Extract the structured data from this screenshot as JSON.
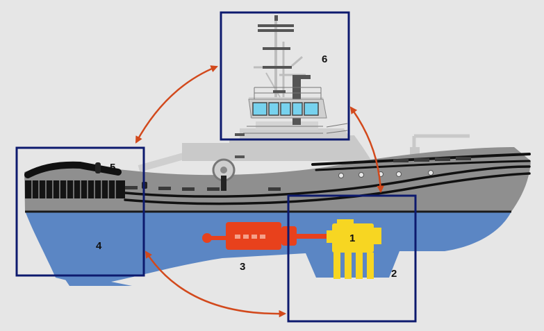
{
  "colors": {
    "background": "#e6e6e6",
    "hull_upper": "#8f8f8f",
    "hull_lower": "#5b86c4",
    "superstructure": "#c9c9c9",
    "engine": "#e8411c",
    "propulsion_unit": "#f7d622",
    "frame": "#0d1a6e",
    "arrow": "#d2491c",
    "window": "#77d2ee"
  },
  "labels": {
    "l1": "1",
    "l2": "2",
    "l3": "3",
    "l4": "4",
    "l5": "5",
    "l6": "6"
  }
}
